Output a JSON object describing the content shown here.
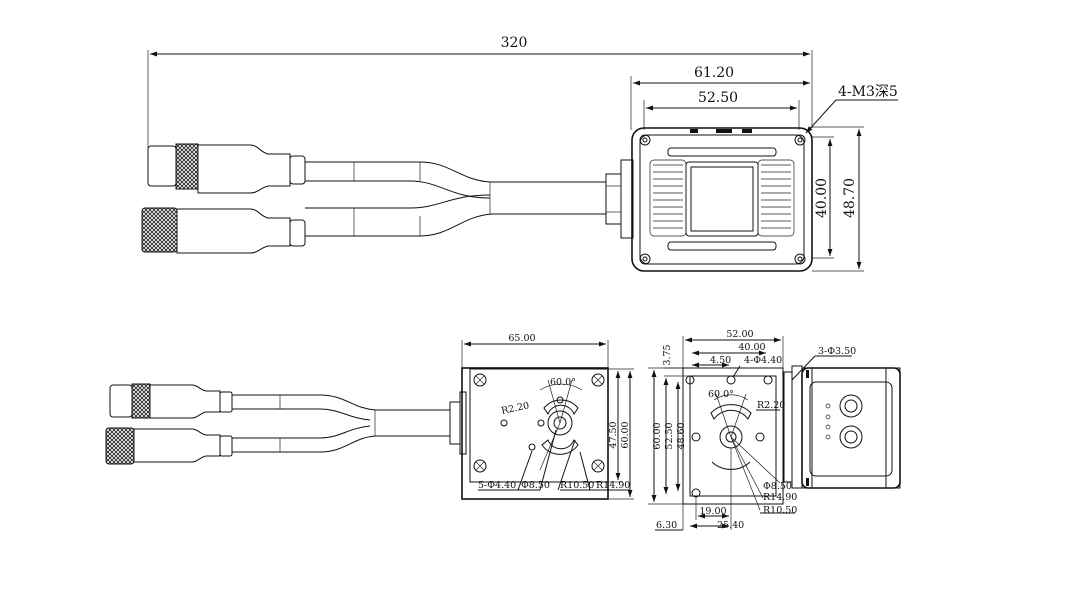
{
  "top_view": {
    "overall_length": "320",
    "body_width_outer": "61.20",
    "body_width_inner": "52.50",
    "mount_holes": "4-M3深5",
    "height_inner": "40.00",
    "height_outer": "48.70"
  },
  "bottom_view": {
    "base_width": "65.00",
    "angle": "60.0°",
    "radius_small": "R2.20",
    "height_a": "47.50",
    "height_b": "60.00",
    "holes": "5-Φ4.40",
    "center_hole": "Φ8.50",
    "radius_mid": "R10.50",
    "radius_large": "R14.90"
  },
  "plate_view": {
    "width": "52.00",
    "hole_span": "40.00",
    "edge_offset": "3.75",
    "offset_x": "4.50",
    "holes": "4-Φ4.40",
    "side_holes": "3-Φ3.50",
    "angle": "60.0°",
    "radius_small": "R2.20",
    "h_60": "60.00",
    "h_52": "52.50",
    "h_48": "48.60",
    "center_hole": "Φ8.50",
    "radius_large": "R14.90",
    "radius_mid": "R10.50",
    "b_19": "19.00",
    "b_630": "6.30",
    "b_2540": "25.40"
  }
}
